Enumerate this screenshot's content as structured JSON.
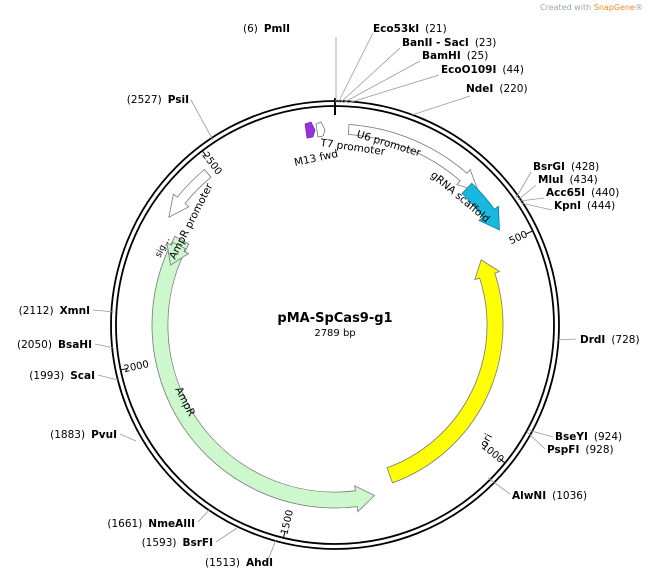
{
  "watermark": {
    "prefix": "Created with ",
    "brand": "SnapGene",
    "suffix": "®"
  },
  "plasmid": {
    "name": "pMA-SpCas9-g1",
    "size_label": "2789 bp",
    "length": 2789
  },
  "ticks": [
    {
      "pos": 500,
      "label": "500"
    },
    {
      "pos": 1000,
      "label": "1000"
    },
    {
      "pos": 1500,
      "label": "1500"
    },
    {
      "pos": 2000,
      "label": "2000"
    },
    {
      "pos": 2500,
      "label": "2500"
    }
  ],
  "sites": [
    {
      "id": "pmli",
      "name": "PmlI",
      "pos": "(6)",
      "side": "left"
    },
    {
      "id": "eco53ki",
      "name": "Eco53kI",
      "pos": "(21)",
      "side": "right"
    },
    {
      "id": "banii-saci",
      "name": "BanII - SacI",
      "pos": "(23)",
      "side": "right"
    },
    {
      "id": "bamhi",
      "name": "BamHI",
      "pos": "(25)",
      "side": "right"
    },
    {
      "id": "ecoo109i",
      "name": "EcoO109I",
      "pos": "(44)",
      "side": "right"
    },
    {
      "id": "ndei",
      "name": "NdeI",
      "pos": "(220)",
      "side": "right"
    },
    {
      "id": "bsrgi",
      "name": "BsrGI",
      "pos": "(428)",
      "side": "right"
    },
    {
      "id": "mlui",
      "name": "MluI",
      "pos": "(434)",
      "side": "right"
    },
    {
      "id": "acc65i",
      "name": "Acc65I",
      "pos": "(440)",
      "side": "right"
    },
    {
      "id": "kpni",
      "name": "KpnI",
      "pos": "(444)",
      "side": "right"
    },
    {
      "id": "drdi",
      "name": "DrdI",
      "pos": "(728)",
      "side": "right"
    },
    {
      "id": "bseyi",
      "name": "BseYI",
      "pos": "(924)",
      "side": "right"
    },
    {
      "id": "pspfi",
      "name": "PspFI",
      "pos": "(928)",
      "side": "right"
    },
    {
      "id": "alwni",
      "name": "AlwNI",
      "pos": "(1036)",
      "side": "right"
    },
    {
      "id": "ahdi",
      "name": "AhdI",
      "pos": "(1513)",
      "side": "left"
    },
    {
      "id": "bsrfi",
      "name": "BsrFI",
      "pos": "(1593)",
      "side": "left"
    },
    {
      "id": "nmeaiii",
      "name": "NmeAIII",
      "pos": "(1661)",
      "side": "left"
    },
    {
      "id": "pvui",
      "name": "PvuI",
      "pos": "(1883)",
      "side": "left"
    },
    {
      "id": "scai",
      "name": "ScaI",
      "pos": "(1993)",
      "side": "left"
    },
    {
      "id": "bsahi",
      "name": "BsaHI",
      "pos": "(2050)",
      "side": "left"
    },
    {
      "id": "xmni",
      "name": "XmnI",
      "pos": "(2112)",
      "side": "left"
    },
    {
      "id": "psii",
      "name": "PsiI",
      "pos": "(2527)",
      "side": "left"
    }
  ],
  "features": [
    {
      "id": "m13-fwd",
      "label": "M13 fwd",
      "color": "#9b30e0"
    },
    {
      "id": "t7-promoter",
      "label": "T7 promoter",
      "color": "#ffffff"
    },
    {
      "id": "u6-promoter",
      "label": "U6 promoter",
      "color": "#ffffff"
    },
    {
      "id": "grna-scaffold",
      "label": "gRNA scaffold",
      "color": "#18b8e0"
    },
    {
      "id": "ori",
      "label": "ori",
      "color": "#ffff00"
    },
    {
      "id": "ampr",
      "label": "AmpR",
      "color": "#cdf8cd"
    },
    {
      "id": "ampr-promoter",
      "label": "AmpR promoter",
      "color": "#ffffff"
    },
    {
      "id": "sig",
      "label": "sig...",
      "color": "#cdf8cd"
    }
  ]
}
